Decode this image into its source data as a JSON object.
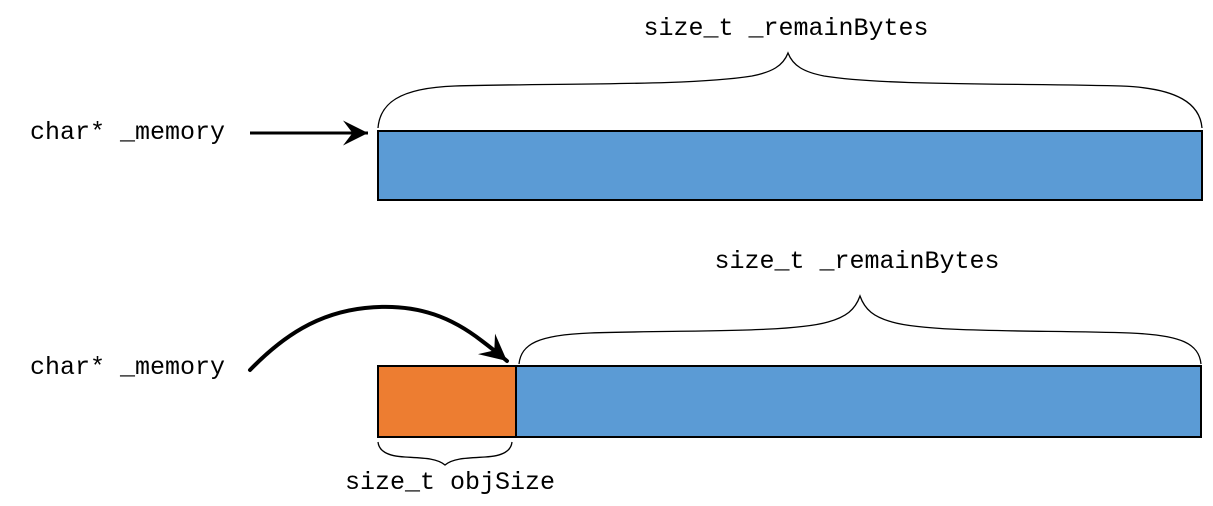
{
  "colors": {
    "bar_blue": "#5b9bd5",
    "bar_orange": "#ed7d31",
    "line_black": "#000000"
  },
  "top_diagram": {
    "pointer_label": "char* _memory",
    "brace_label": "size_t _remainBytes"
  },
  "bottom_diagram": {
    "pointer_label": "char* _memory",
    "brace_label": "size_t _remainBytes",
    "objsize_label": "size_t objSize"
  }
}
